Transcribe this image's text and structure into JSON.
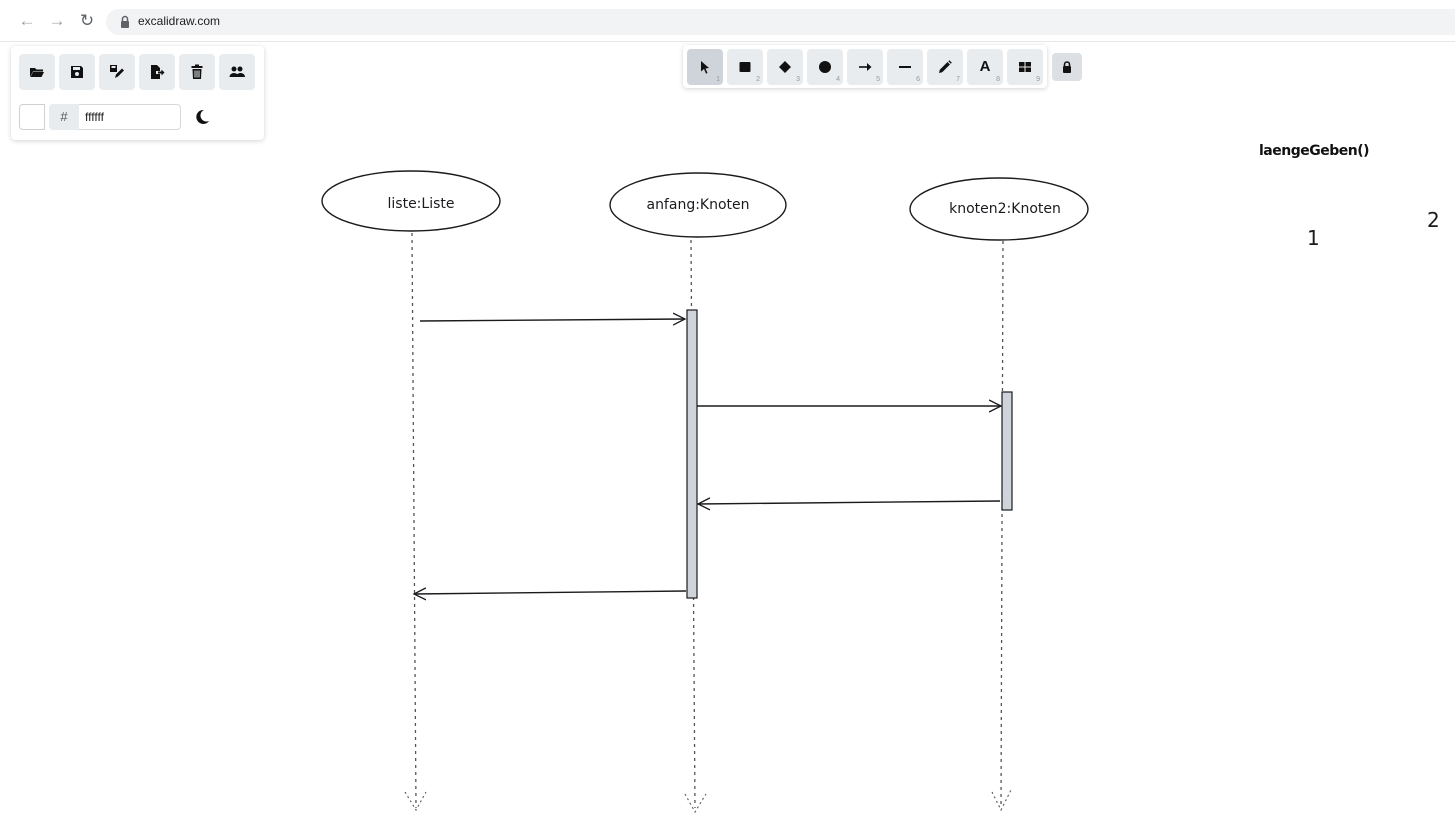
{
  "browser": {
    "url": "excalidraw.com"
  },
  "menu": {
    "buttons": [
      "open-icon",
      "save-icon",
      "save-as-icon",
      "export-icon",
      "clear-canvas-icon",
      "collaborate-icon"
    ],
    "background_hash": "#",
    "background_value": "ffffff"
  },
  "toolbar": {
    "tools": [
      {
        "name": "selection",
        "key": "1"
      },
      {
        "name": "rectangle",
        "key": "2"
      },
      {
        "name": "diamond",
        "key": "3"
      },
      {
        "name": "ellipse",
        "key": "4"
      },
      {
        "name": "arrow",
        "key": "5"
      },
      {
        "name": "line",
        "key": "6"
      },
      {
        "name": "draw",
        "key": "7"
      },
      {
        "name": "text",
        "key": "8",
        "glyph": "A"
      },
      {
        "name": "library",
        "key": "9"
      }
    ]
  },
  "diagram": {
    "lifelines": [
      "liste:Liste",
      "anfang:Knoten",
      "knoten2:Knoten"
    ],
    "method_label": "laengeGeben()",
    "number_1": "1",
    "number_2": "2"
  },
  "colors": {
    "activation_fill": "#ced4da",
    "stroke": "#1b1b1f",
    "toolbar_bg": "#e9ecef"
  }
}
